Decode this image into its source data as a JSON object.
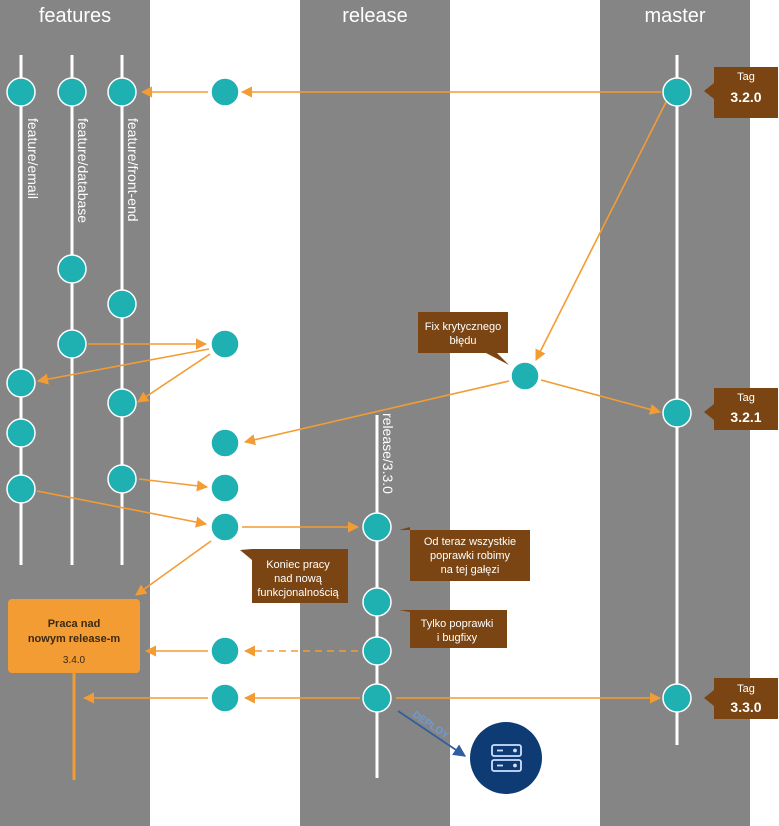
{
  "lanes": {
    "features": "features",
    "release": "release",
    "master": "master"
  },
  "branches": {
    "feature_email": "feature/email",
    "feature_database": "feature/database",
    "feature_front_end": "feature/front-end",
    "release_3_3_0": "release/3.3.0"
  },
  "tags": [
    {
      "label": "Tag",
      "version": "3.2.0"
    },
    {
      "label": "Tag",
      "version": "3.2.1"
    },
    {
      "label": "Tag",
      "version": "3.3.0"
    }
  ],
  "notes": {
    "hotfix": [
      "Fix krytycznego",
      "błędu"
    ],
    "end_of_work": [
      "Koniec pracy",
      "nad nową",
      "funkcjonalnością"
    ],
    "from_now": [
      "Od teraz wszystkie",
      "poprawki robimy",
      "na tej gałęzi"
    ],
    "only_fixes": [
      "Tylko poprawki",
      "i bugfixy"
    ]
  },
  "new_release": {
    "title": [
      "Praca nad",
      "nowym release-m"
    ],
    "version": "3.4.0"
  },
  "deploy": {
    "label": "DEPLOY",
    "icon": "server-icon"
  },
  "colors": {
    "lane_dark": "#858585",
    "commit": "#1fb0b2",
    "arrow": "#f39c33",
    "tag_bg": "#7a4512",
    "release_box": "#f39c33",
    "deploy_circle": "#0e3b74",
    "deploy_arrow": "#3f6ca8"
  }
}
